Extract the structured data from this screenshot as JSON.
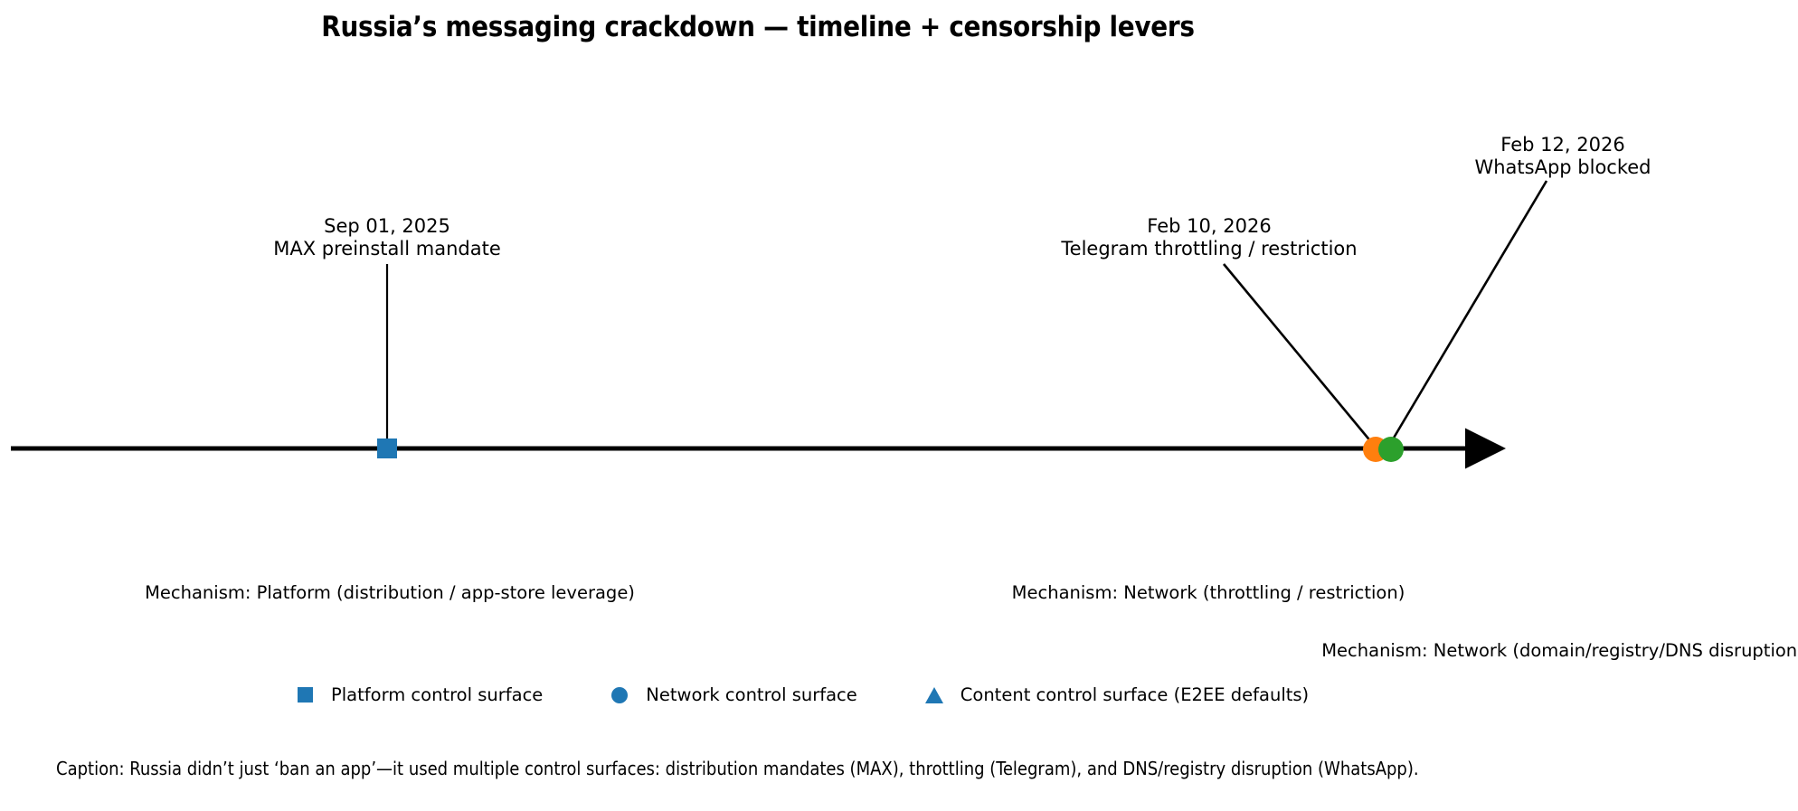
{
  "chart_data": {
    "type": "timeline",
    "title": "Russia’s messaging crackdown — timeline + censorship levers",
    "xlabel": "",
    "ylabel": "",
    "grid": false,
    "axis": {
      "style": "single horizontal arrow axis",
      "arrow_direction": "right",
      "tick_labels": []
    },
    "events": [
      {
        "date": "Sep 01, 2025",
        "label": "MAX preinstall mandate",
        "annotation": "Sep 01, 2025\nMAX preinstall mandate",
        "marker": "square",
        "color": "#1f77b4",
        "control_surface": "Platform control surface",
        "mechanism": "Mechanism: Platform (distribution / app-store leverage)",
        "x": 0.206
      },
      {
        "date": "Feb 10, 2026",
        "label": "Telegram throttling / restriction",
        "annotation": "Feb 10, 2026\nTelegram throttling / restriction",
        "marker": "circle",
        "color": "#ff7f0e",
        "control_surface": "Network control surface",
        "mechanism": "Mechanism: Network (throttling / restriction)",
        "x": 0.962
      },
      {
        "date": "Feb 12, 2026",
        "label": "WhatsApp blocked",
        "annotation": "Feb 12, 2026\nWhatsApp blocked",
        "marker": "circle",
        "color": "#2ca02c",
        "control_surface": "Network control surface",
        "mechanism": "Mechanism: Network (domain/registry/DNS disruption)",
        "x": 1.0
      }
    ],
    "legend": {
      "position": "lower center",
      "entries": [
        {
          "label": "Platform control surface",
          "marker": "square",
          "color": "#1f77b4"
        },
        {
          "label": "Network control surface",
          "marker": "circle",
          "color": "#1f77b4"
        },
        {
          "label": "Content control surface (E2EE defaults)",
          "marker": "triangle",
          "color": "#1f77b4"
        }
      ]
    },
    "caption": "Caption: Russia didn’t just ‘ban an app’—it used multiple control surfaces: distribution mandates (MAX), throttling (Telegram), and DNS/registry disruption (WhatsApp)."
  },
  "annotations": {
    "event1_line1": "Sep 01, 2025",
    "event1_line2": "MAX preinstall mandate",
    "event2_line1": "Feb 10, 2026",
    "event2_line2": "Telegram throttling / restriction",
    "event3_line1": "Feb 12, 2026",
    "event3_line2": "WhatsApp blocked"
  },
  "mechanisms": {
    "platform": "Mechanism: Platform (distribution / app-store leverage)",
    "network_throttle": "Mechanism: Network (throttling / restriction)",
    "network_dns": "Mechanism: Network (domain/registry/DNS disruption)"
  },
  "legend_labels": {
    "platform": "Platform control surface",
    "network": "Network control surface",
    "content": "Content control surface (E2EE defaults)"
  },
  "colors": {
    "platform_blue": "#1f77b4",
    "telegram_orange": "#ff7f0e",
    "whatsapp_green": "#2ca02c",
    "axis_black": "#000000"
  }
}
